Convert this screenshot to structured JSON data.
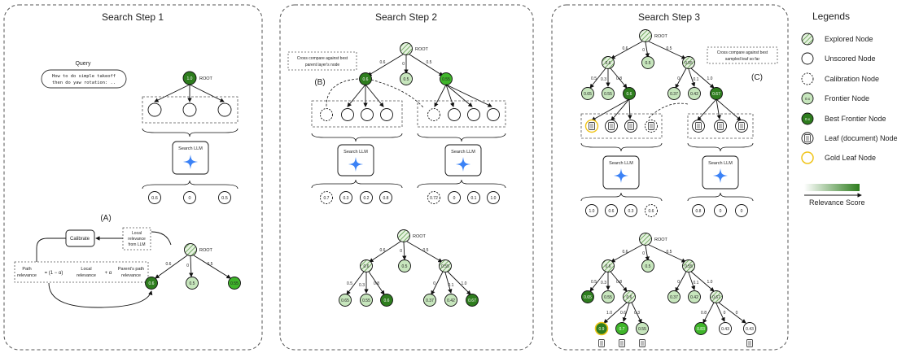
{
  "panels": {
    "step1_title": "Search Step 1",
    "step2_title": "Search Step 2",
    "step3_title": "Search Step 3"
  },
  "step1": {
    "query_title": "Query",
    "query_text_line1": "How to do simple takeoff",
    "query_text_line2": "then do yaw rotation: ..",
    "root_label": "ROOT",
    "root_score": "1.0",
    "search_llm": "Search LLM",
    "scores": [
      "0.6",
      "0",
      "0.5"
    ],
    "annotation_a": "(A)",
    "calibrate": "Calibrate",
    "local_relevance_note": [
      "Local",
      "relevance",
      "from LLM"
    ],
    "formula": {
      "path": [
        "Path",
        "relevance"
      ],
      "eq": "= (1 − α)",
      "local": [
        "Local",
        "relevance"
      ],
      "plus": "+ α",
      "parent": [
        "Parent's path",
        "relevance"
      ]
    },
    "mini_tree": {
      "root_label": "ROOT",
      "edges": [
        "0.6",
        "0",
        "0.5"
      ],
      "nodes": [
        "0.6",
        "0.5",
        "0.55"
      ]
    }
  },
  "step2": {
    "root_label": "ROOT",
    "note": [
      "Cross compare against best",
      "parent layer's node"
    ],
    "annotation_b": "(B)",
    "top_edges": [
      "0.6",
      "0",
      "0.5"
    ],
    "top_nodes": [
      "0.6",
      "0.5",
      "0.55"
    ],
    "search_llm": "Search LLM",
    "scores_left": [
      "0.7",
      "0.3",
      "0.2",
      "0.8"
    ],
    "scores_right": [
      "0.72",
      "0",
      "0.1",
      "1.0"
    ],
    "tree": {
      "root_label": "ROOT",
      "edges_top": [
        "0.6",
        "0",
        "0.5"
      ],
      "nodes_top": [
        "0.6",
        "0.5",
        "0.55"
      ],
      "edges_left": [
        "0.5",
        "0.3",
        "0.8"
      ],
      "nodes_left": [
        "0.65",
        "0.55",
        "0.6"
      ],
      "edges_right": [
        "0",
        "0.1",
        "1.0"
      ],
      "nodes_right": [
        "0.37",
        "0.42",
        "0.67"
      ]
    }
  },
  "step3": {
    "root_label": "ROOT",
    "note": [
      "Cross compare against best",
      "sampled leaf so far"
    ],
    "annotation_c": "(C)",
    "top_edges": [
      "0.6",
      "0",
      "0.5"
    ],
    "top_nodes": [
      "0.6",
      "0.5",
      "0.55"
    ],
    "edges_left": [
      "0.5",
      "0.3",
      "0.8"
    ],
    "nodes_left": [
      "0.65",
      "0.55",
      "0.6"
    ],
    "edges_right": [
      "0",
      "0.1",
      "1.0"
    ],
    "nodes_right": [
      "0.37",
      "0.42",
      "0.67"
    ],
    "search_llm": "Search LLM",
    "scores_left": [
      "1.0",
      "0.6",
      "0.3",
      "0.6"
    ],
    "scores_right": [
      "0.8",
      "0",
      "0"
    ],
    "tree": {
      "root_label": "ROOT",
      "edges_top": [
        "0.6",
        "0",
        "0.5"
      ],
      "nodes_top": [
        "0.6",
        "0.5",
        "0.55"
      ],
      "edges_left": [
        "0.5",
        "0.3",
        "0.8"
      ],
      "nodes_left": [
        "0.65",
        "0.55",
        "0.6"
      ],
      "edges_right": [
        "0",
        "0.1",
        "1.0"
      ],
      "nodes_right": [
        "0.37",
        "0.42",
        "0.67"
      ],
      "edges_leaf_left": [
        "1.0",
        "0.6",
        "0.3"
      ],
      "nodes_leaf_left": [
        "0.9",
        "0.7",
        "0.55"
      ],
      "edges_leaf_right": [
        "0.8",
        "0",
        "0"
      ],
      "nodes_leaf_right": [
        "0.83",
        "0.43",
        "0.43"
      ]
    }
  },
  "legend": {
    "title": "Legends",
    "items": [
      "Explored Node",
      "Unscored Node",
      "Calibration Node",
      "Frontier Node",
      "Best Frontier Node",
      "Leaf (document) Node",
      "Gold Leaf Node"
    ],
    "frontier_symbol": "0.x",
    "relevance_label": "Relevance Score"
  },
  "colors": {
    "green_dark": "#2e7d1e",
    "green_mid": "#3fb52a",
    "green_light": "#c7e6bd",
    "gold": "#f0c419",
    "llm_blue": "#3b82f6"
  }
}
